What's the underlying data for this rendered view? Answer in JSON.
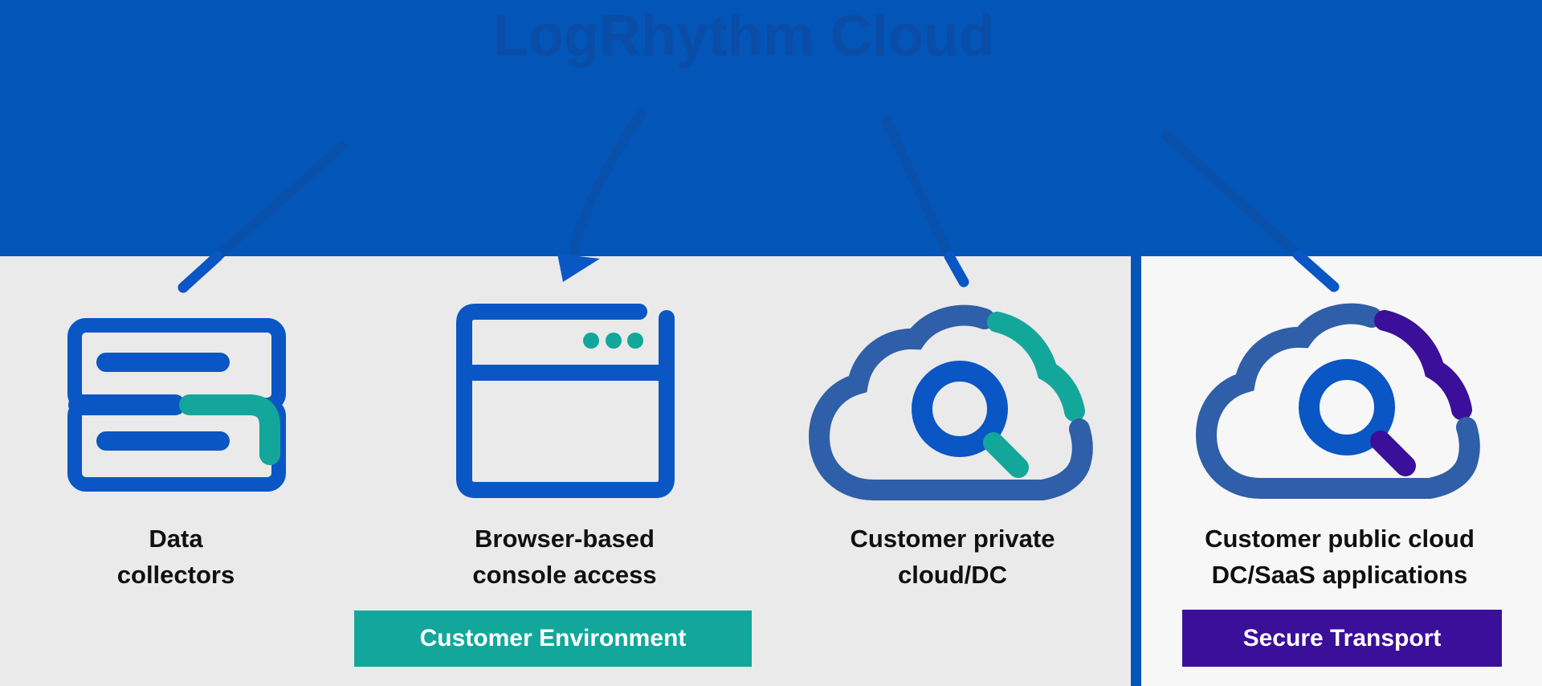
{
  "banner": {
    "title": "LogRhythm Cloud"
  },
  "items": [
    {
      "id": "data-collectors",
      "icon": "server-icon",
      "label_line1": "Data",
      "label_line2": "collectors"
    },
    {
      "id": "browser-console",
      "icon": "browser-icon",
      "label_line1": "Browser-based",
      "label_line2": "console access"
    },
    {
      "id": "private-cloud",
      "icon": "cloud-search-icon",
      "label_line1": "Customer private",
      "label_line2": "cloud/DC"
    },
    {
      "id": "public-cloud",
      "icon": "cloud-search-icon",
      "label_line1": "Customer public cloud",
      "label_line2": "DC/SaaS applications"
    }
  ],
  "zones": [
    {
      "id": "customer-environment",
      "label": "Customer Environment"
    },
    {
      "id": "secure-transport",
      "label": "Secure Transport"
    }
  ],
  "colors": {
    "primary_blue": "#0455b8",
    "banner_text_blue": "#0a4da6",
    "banner_line_blue": "#0950ab",
    "icon_blue": "#0a56c4",
    "cloud_blue": "#2e5fa8",
    "teal": "#13a79b",
    "purple": "#3b0f99",
    "label_text": "#101010",
    "bg_left": "#eaeaea",
    "bg_right": "#f7f7f7"
  }
}
